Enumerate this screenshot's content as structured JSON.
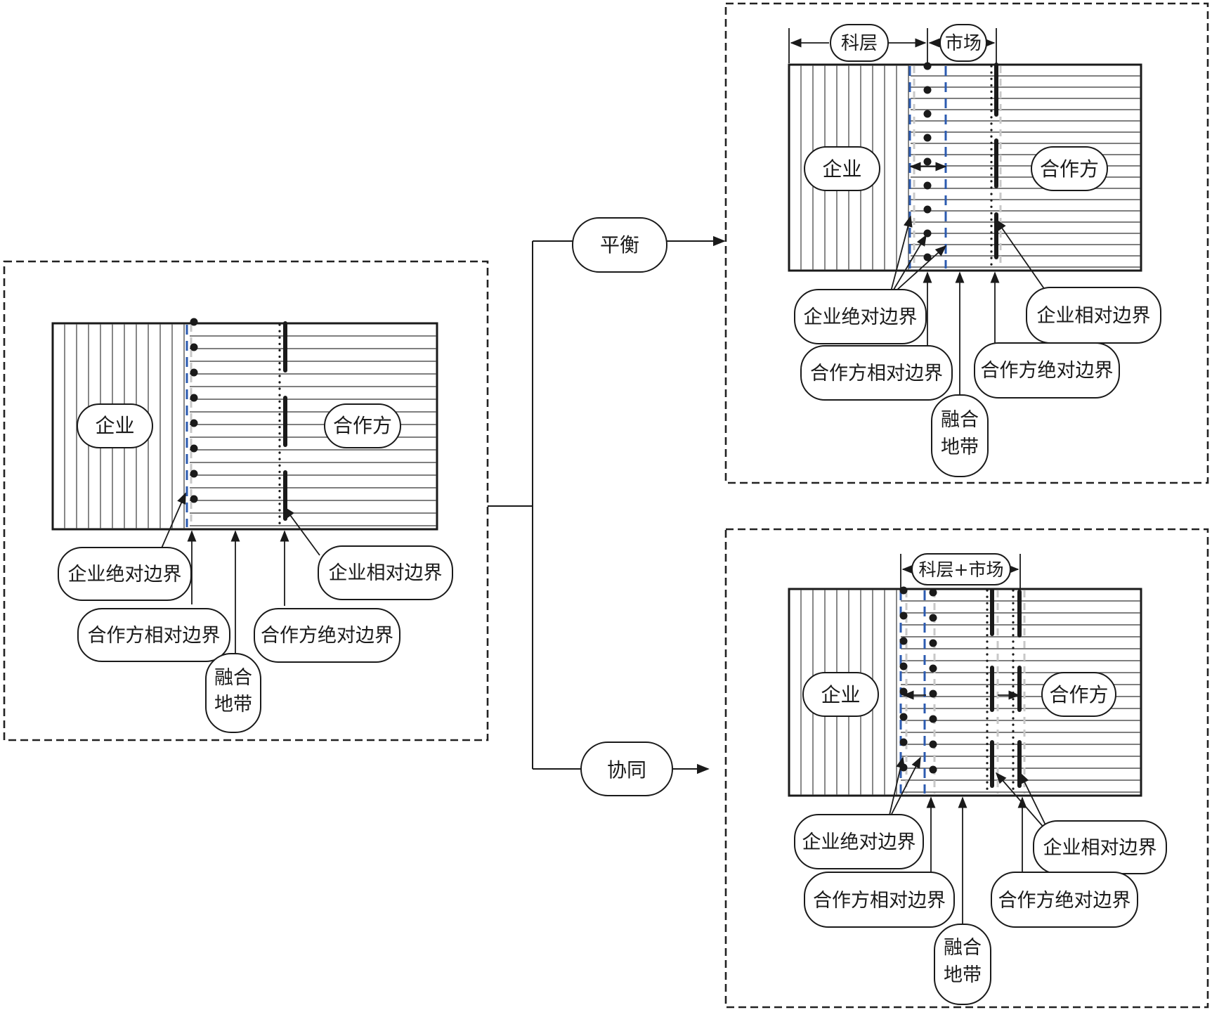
{
  "left_diagram": {
    "enterprise": "企业",
    "partner": "合作方",
    "enterprise_absolute_boundary": "企业绝对边界",
    "enterprise_relative_boundary": "企业相对边界",
    "partner_relative_boundary": "合作方相对边界",
    "partner_absolute_boundary": "合作方绝对边界",
    "fusion_zone_line1": "融合",
    "fusion_zone_line2": "地带"
  },
  "branches": {
    "balance": "平衡",
    "synergy": "协同"
  },
  "top_right_diagram": {
    "hierarchy": "科层",
    "market": "市场",
    "enterprise": "企业",
    "partner": "合作方",
    "enterprise_absolute_boundary": "企业绝对边界",
    "enterprise_relative_boundary": "企业相对边界",
    "partner_relative_boundary": "合作方相对边界",
    "partner_absolute_boundary": "合作方绝对边界",
    "fusion_zone_line1": "融合",
    "fusion_zone_line2": "地带"
  },
  "bottom_right_diagram": {
    "hierarchy_market": "科层+市场",
    "enterprise": "企业",
    "partner": "合作方",
    "enterprise_absolute_boundary": "企业绝对边界",
    "enterprise_relative_boundary": "企业相对边界",
    "partner_relative_boundary": "合作方相对边界",
    "partner_absolute_boundary": "合作方绝对边界",
    "fusion_zone_line1": "融合",
    "fusion_zone_line2": "地带"
  },
  "colors": {
    "enterprise_absolute_boundary_line": "#2c5bb0",
    "partner_relative_boundary_line": "#c8c8c8",
    "ink": "#1a1a1a"
  }
}
